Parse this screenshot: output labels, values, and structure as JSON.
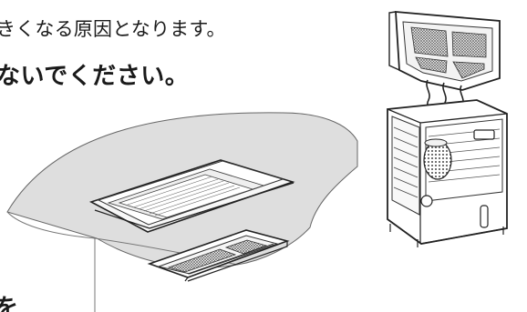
{
  "document": {
    "line_1": "きくなる原因となります。",
    "line_2": "ないでください。",
    "line_3": "を"
  },
  "illustration": {
    "scene_icons": [
      "ceiling-air-conditioner-icon",
      "air-filter-icon",
      "kerosene-heater-icon",
      "heat-waves-icon"
    ],
    "colors": {
      "ceiling_gray": "#dcdcdc",
      "line_dark": "#222222",
      "panel_light": "#f4f4f4"
    }
  }
}
